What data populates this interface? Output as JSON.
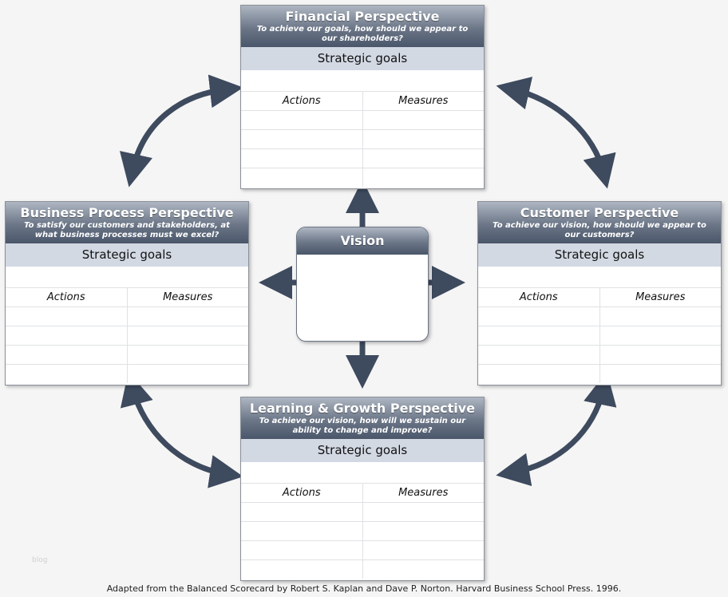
{
  "vision": {
    "title": "Vision"
  },
  "panels": {
    "financial": {
      "title": "Financial Perspective",
      "question": "To achieve our goals, how should we appear to our shareholders?",
      "goals": "Strategic goals",
      "actions": "Actions",
      "measures": "Measures"
    },
    "business": {
      "title": "Business Process Perspective",
      "question": "To satisfy our customers and stakeholders, at what business processes must we excel?",
      "goals": "Strategic goals",
      "actions": "Actions",
      "measures": "Measures"
    },
    "customer": {
      "title": "Customer Perspective",
      "question": "To achieve our vision, how should we appear to our customers?",
      "goals": "Strategic goals",
      "actions": "Actions",
      "measures": "Measures"
    },
    "learning": {
      "title": "Learning & Growth Perspective",
      "question": "To achieve our vision, how will we sustain our ability to change and improve?",
      "goals": "Strategic goals",
      "actions": "Actions",
      "measures": "Measures"
    }
  },
  "footer": "Adapted from the Balanced Scorecard by Robert S. Kaplan and Dave P. Norton. Harvard Business School Press. 1996.",
  "watermark": "blog",
  "colors": {
    "arrow": "#3e4a5e",
    "header_dark": "#4a566a",
    "goals_bar": "#d3d9e3"
  }
}
